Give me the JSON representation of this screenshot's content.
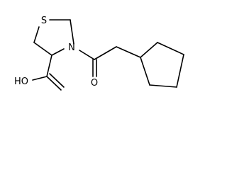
{
  "molecule": {
    "atoms": {
      "sulfur": "S",
      "ring_nitrogen": "N",
      "carbonyl_oxygen": "O",
      "hydroxyl": "HO"
    }
  }
}
